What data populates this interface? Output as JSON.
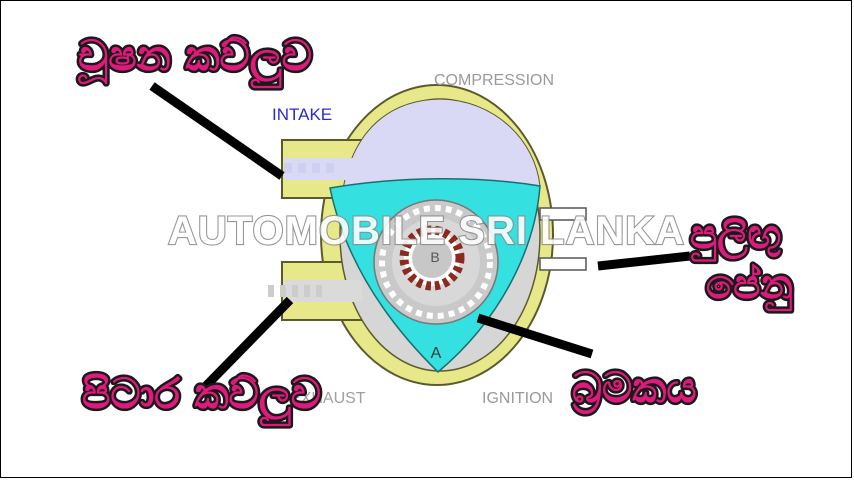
{
  "labels": {
    "intake_port": "චූෂන කව්ලුව",
    "exhaust_port": "පිටාර කව්ලුව",
    "spark_plug_line1": "පුලිඟු",
    "spark_plug_line2": "පේනු",
    "rotor": "බ්‍රමකය"
  },
  "phases": {
    "intake": "INTAKE",
    "compression": "COMPRESSION",
    "exhaust": "EXHAUST",
    "ignition": "IGNITION"
  },
  "rotor_marks": {
    "a": "A",
    "b": "B"
  },
  "watermark": "AUTOMOBILE SRI LANKA",
  "colors": {
    "housing": "#e7e88a",
    "housing_outline": "#5c5a2c",
    "intake_chamber": "#d9d9f5",
    "rotor": "#35e0e0",
    "gear_outer": "#c9c9c9",
    "gear_inner": "#8c2a1e",
    "label_fill": "#e0197d",
    "intake_text": "#2a2ad6",
    "phase_text": "#9a9a9a"
  }
}
